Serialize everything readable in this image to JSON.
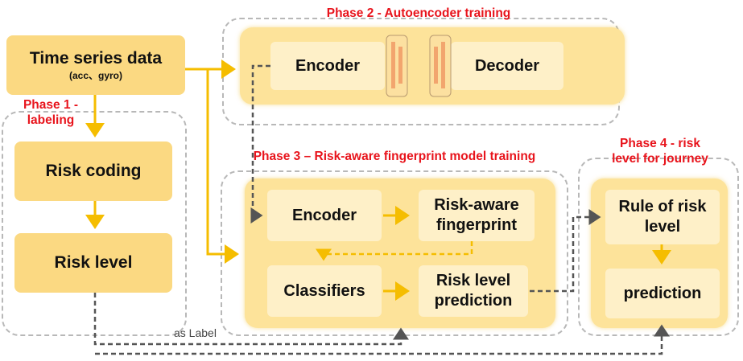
{
  "phases": {
    "phase1": "Phase 1 -\nlabeling",
    "phase2": "Phase 2 - Autoencoder training",
    "phase3": "Phase 3 – Risk-aware fingerprint model training",
    "phase4": "Phase 4 - risk\nlevel for journey"
  },
  "input": {
    "title": "Time series data",
    "subtitle": "(acc、gyro)"
  },
  "phase1_boxes": {
    "risk_coding": "Risk coding",
    "risk_level": "Risk level"
  },
  "phase2_boxes": {
    "encoder": "Encoder",
    "decoder": "Decoder"
  },
  "phase3_boxes": {
    "encoder": "Encoder",
    "fingerprint": "Risk-aware\nfingerprint",
    "classifiers": "Classifiers",
    "risk_prediction": "Risk level\nprediction"
  },
  "phase4_boxes": {
    "rule": "Rule of risk\nlevel",
    "prediction": "prediction"
  },
  "annotations": {
    "as_label": "as Label"
  },
  "colors": {
    "arrow": "#f5bd00",
    "dashed_arrow": "#555555",
    "phase_label": "#e8141c"
  }
}
